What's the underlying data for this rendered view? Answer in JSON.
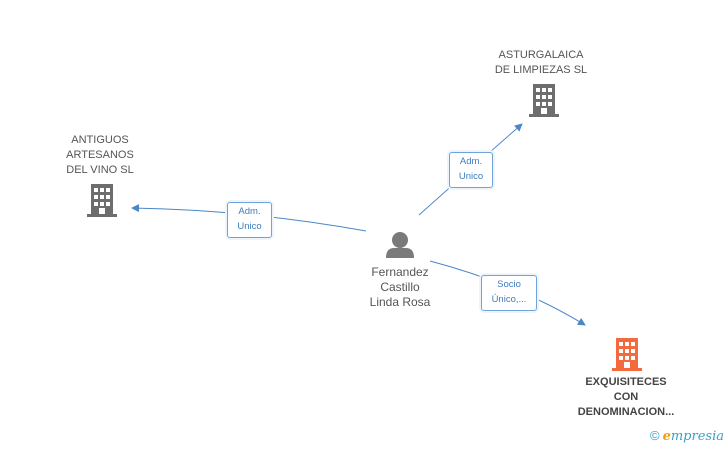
{
  "nodes": {
    "antiguos": {
      "lines": [
        "ANTIGUOS",
        "ARTESANOS",
        "DEL VINO SL"
      ]
    },
    "asturgalaica": {
      "lines": [
        "ASTURGALAICA",
        "DE LIMPIEZAS SL"
      ]
    },
    "exquisiteces": {
      "lines": [
        "EXQUISITECES",
        "CON",
        "DENOMINACION..."
      ]
    },
    "person": {
      "lines": [
        "Fernandez",
        "Castillo",
        "Linda Rosa"
      ]
    }
  },
  "edges": {
    "to_antiguos": {
      "lines": [
        "Adm.",
        "Unico"
      ]
    },
    "to_asturgalaica": {
      "lines": [
        "Adm.",
        "Unico"
      ]
    },
    "to_exquisiteces": {
      "lines": [
        "Socio",
        "Único,..."
      ]
    }
  },
  "colors": {
    "company": "#6d6d6d",
    "company_highlight": "#f26a3d",
    "edge": "#4a86c8",
    "person": "#7a7a7a"
  },
  "brand": {
    "copyright": "©",
    "e": "e",
    "rest": "mpresia"
  }
}
